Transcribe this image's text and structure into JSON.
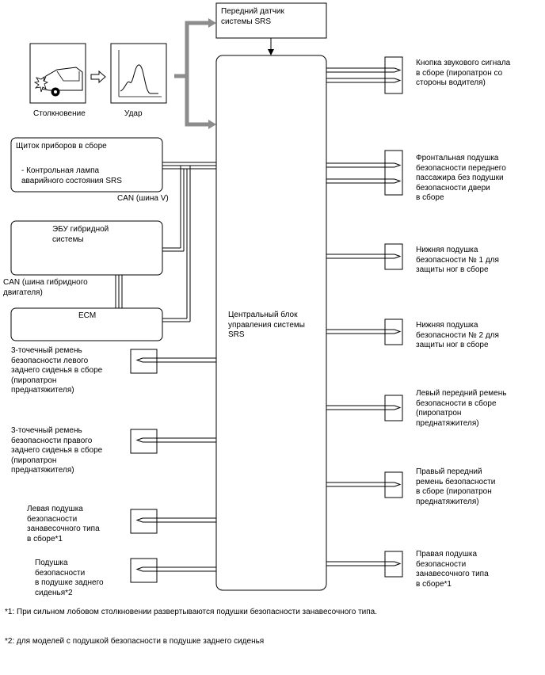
{
  "front_sensor": [
    "Передний датчик",
    "системы SRS"
  ],
  "collision_label": "Столкновение",
  "impact_label": "Удар",
  "central_unit": [
    "Центральный блок",
    "управления системы",
    "SRS"
  ],
  "combination_meter": {
    "title": "Щиток приборов в сборе",
    "item": [
      "- Контрольная лампа",
      "аварийного состояния SRS"
    ]
  },
  "can_v_label": "CAN (шина V)",
  "hybrid_ecu": [
    "ЭБУ гибридной",
    "системы"
  ],
  "can_hybrid_label": [
    "CAN (шина гибридного",
    "двигателя)"
  ],
  "ecm_label": "ECM",
  "left_devices": [
    [
      "3-точечный ремень",
      "безопасности левого",
      "заднего сиденья в сборе",
      "(пиропатрон",
      "преднатяжителя)"
    ],
    [
      "3-точечный ремень",
      "безопасности правого",
      "заднего сиденья в сборе",
      "(пиропатрон",
      "преднатяжителя)"
    ],
    [
      "Левая подушка",
      "безопасности",
      "занавесочного типа",
      "в сборе*1"
    ],
    [
      "Подушка",
      "безопасности",
      "в подушке заднего",
      "сиденья*2"
    ]
  ],
  "right_devices": [
    [
      "Кнопка звукового сигнала",
      "в сборе (пиропатрон со",
      "стороны водителя)"
    ],
    [
      "Фронтальная подушка",
      "безопасности переднего",
      "пассажира без подушки",
      "безопасности двери",
      "в сборе"
    ],
    [
      "Нижняя подушка",
      "безопасности № 1 для",
      "защиты ног в сборе"
    ],
    [
      "Нижняя подушка",
      "безопасности № 2 для",
      "защиты ног в сборе"
    ],
    [
      "Левый передний ремень",
      "безопасности в сборе",
      "(пиропатрон",
      "преднатяжителя)"
    ],
    [
      "Правый передний",
      "ремень безопасности",
      "в сборе (пиропатрон",
      "преднатяжителя)"
    ],
    [
      "Правая подушка",
      "безопасности",
      "занавесочного типа",
      "в сборе*1"
    ]
  ],
  "footnotes": [
    "*1: При сильном лобовом столкновении развертываются подушки безопасности занавесочного типа.",
    "*2: для моделей с подушкой безопасности в подушке заднего сиденья"
  ]
}
